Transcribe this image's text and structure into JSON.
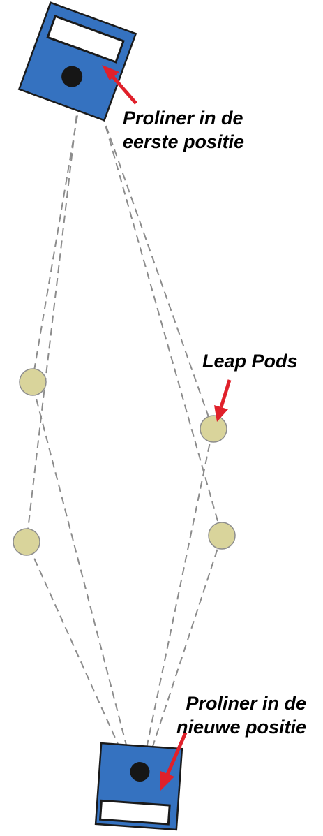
{
  "labels": {
    "first_position": [
      "Proliner in de",
      "eerste positie"
    ],
    "leap_pods": "Leap Pods",
    "new_position": [
      "Proliner in de",
      "nieuwe positie"
    ]
  },
  "colors": {
    "unit_blue": "#3572c0",
    "pod_fill": "#d9d49b",
    "arrow_red": "#e0202a",
    "dash_grey": "#8c8c8c"
  },
  "elements": {
    "proliner_units": 2,
    "leap_pods": 4
  }
}
